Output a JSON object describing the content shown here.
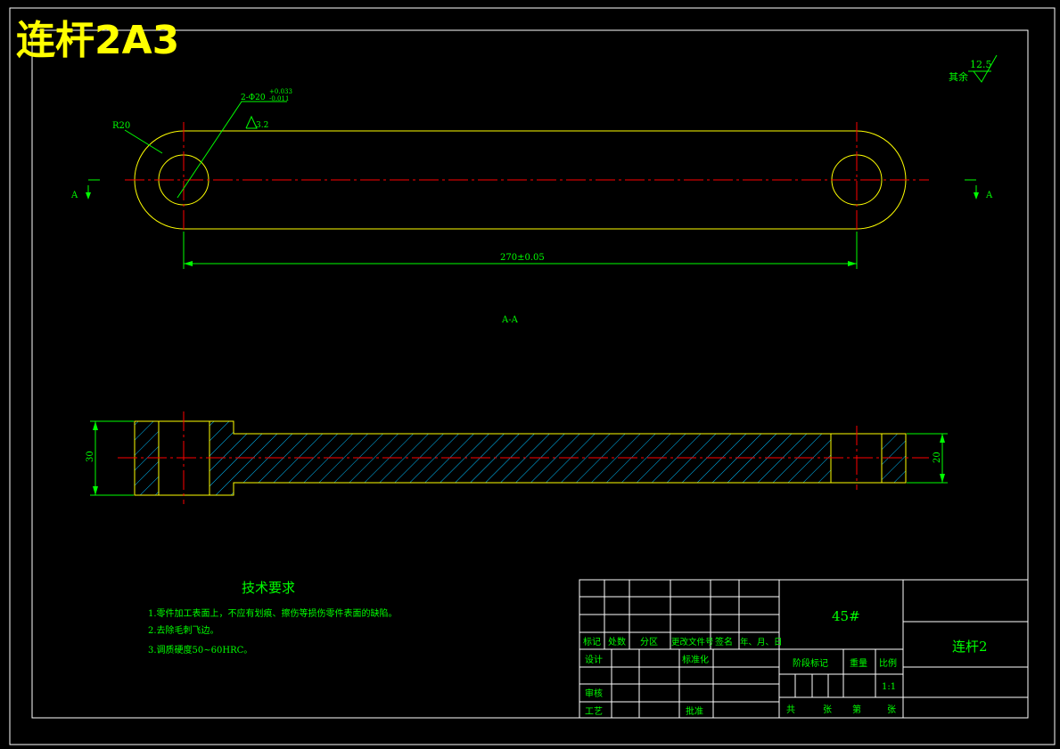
{
  "overlay_title": "连杆2A3",
  "roughness": {
    "label": "其余",
    "value": "12.5"
  },
  "dimensions": {
    "radius": "R20",
    "holes_main": "2-Φ20",
    "holes_tol_upper": "+0.033",
    "holes_tol_lower": "-0.011",
    "holes_roughness": "3.2",
    "center_distance": "270±0.05",
    "thickness_left": "30",
    "thickness_right": "20"
  },
  "section": {
    "mark": "A",
    "view_label": "A-A"
  },
  "tech_requirements": {
    "heading": "技术要求",
    "items": [
      "1.零件加工表面上，不应有划痕、擦伤等损伤零件表面的缺陷。",
      "2.去除毛刺飞边。",
      "3.调质硬度50~60HRC。"
    ]
  },
  "title_block": {
    "material": "45#",
    "part_name": "连杆2",
    "revision_headers": [
      "标记",
      "处数",
      "分区",
      "更改文件号",
      "签名",
      "年、月、日"
    ],
    "sign_rows": [
      {
        "left": "设计",
        "mid": "标准化"
      },
      {
        "left": "审核",
        "mid": ""
      },
      {
        "left": "工艺",
        "mid": "批准"
      }
    ],
    "stage_label": "阶段标记",
    "weight_label": "重量",
    "scale_label": "比例",
    "scale_value": "1:1",
    "sheets": [
      "共",
      "张",
      "第",
      "张"
    ]
  },
  "colors": {
    "background": "#000000",
    "outline": "#ffff00",
    "center_line": "#ff0000",
    "dimension": "#00ff00",
    "hatch": "#00bfff",
    "border": "#ffffff"
  }
}
